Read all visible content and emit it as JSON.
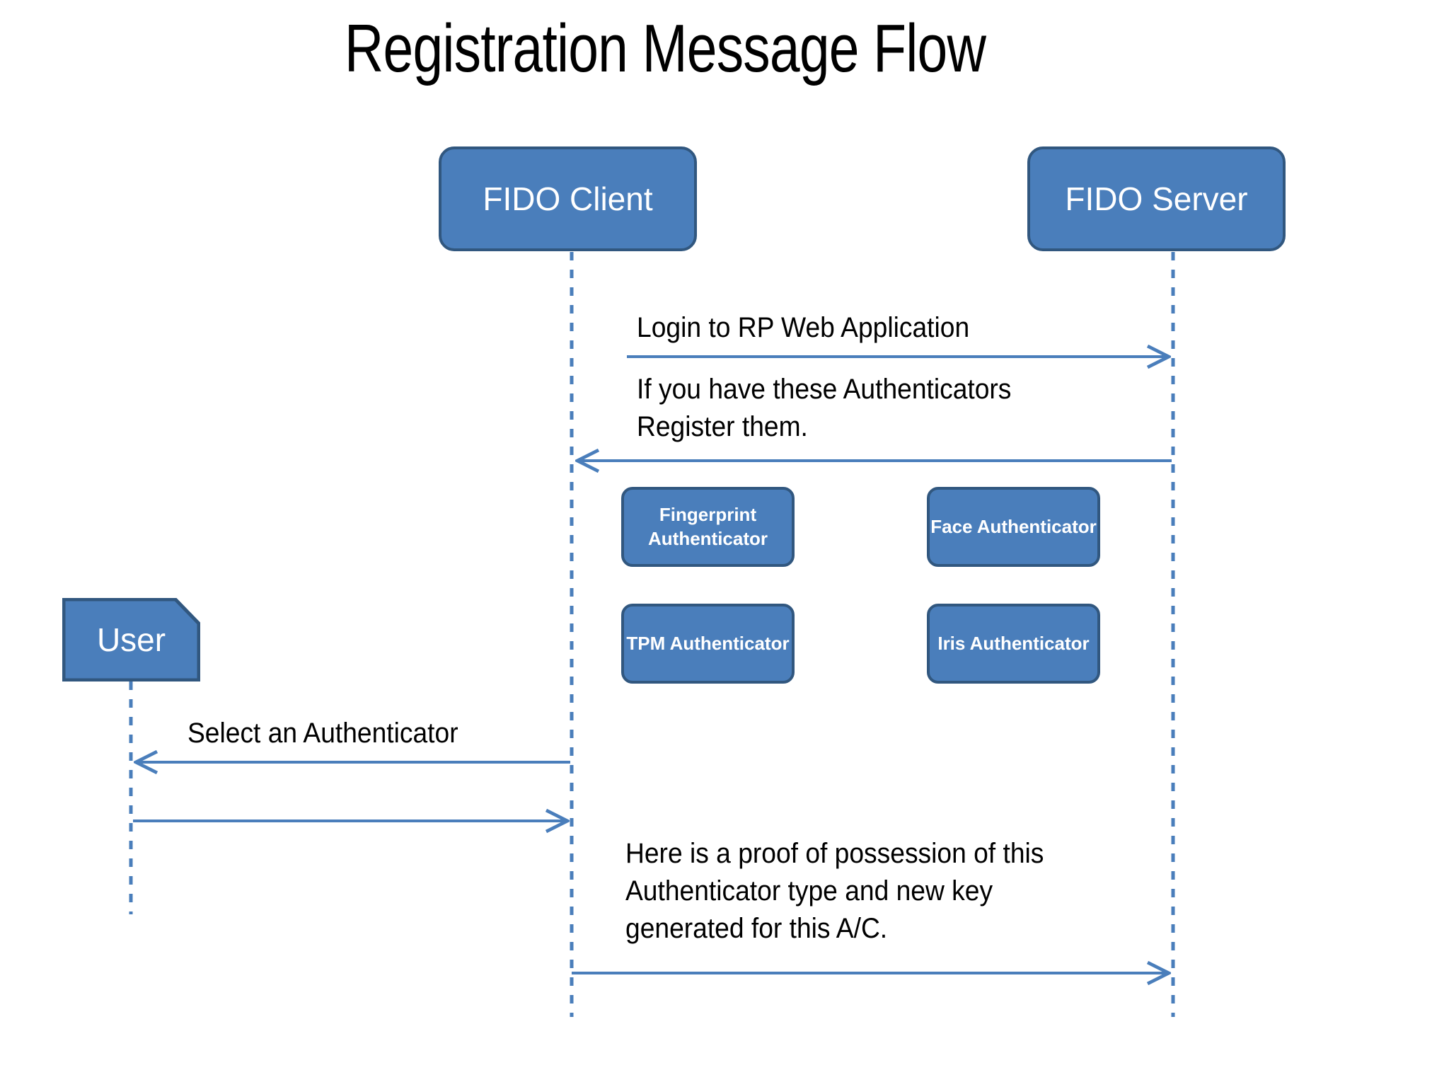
{
  "title": "Registration Message Flow",
  "colors": {
    "node_fill": "#4a7ebb",
    "node_border": "#31577f",
    "lifeline": "#4a7ebb",
    "arrow": "#4a7ebb",
    "text": "#000000",
    "node_text": "#ffffff",
    "background": "#ffffff"
  },
  "participants": [
    {
      "id": "fido-client",
      "label": "FIDO\nClient"
    },
    {
      "id": "fido-server",
      "label": "FIDO\nServer"
    },
    {
      "id": "user",
      "label": "User"
    }
  ],
  "authenticators": [
    {
      "id": "fingerprint",
      "label": "Fingerprint\nAuthenticator"
    },
    {
      "id": "face",
      "label": "Face\nAuthenticator"
    },
    {
      "id": "tpm",
      "label": "TPM\nAuthenticator"
    },
    {
      "id": "iris",
      "label": "Iris\nAuthenticator"
    }
  ],
  "messages": [
    {
      "id": "login",
      "label": "Login to RP Web Application",
      "from": "fido-client",
      "to": "fido-server",
      "direction": "right"
    },
    {
      "id": "offer",
      "label": "If you have these Authenticators\nRegister them.",
      "from": "fido-server",
      "to": "fido-client",
      "direction": "left"
    },
    {
      "id": "select",
      "label": "Select an Authenticator",
      "from": "fido-client",
      "to": "user",
      "direction": "left"
    },
    {
      "id": "chosen",
      "label": "",
      "from": "user",
      "to": "fido-client",
      "direction": "right"
    },
    {
      "id": "proof",
      "label": "Here is a proof of possession of this\nAuthenticator type and new key\ngenerated for this A/C.",
      "from": "fido-client",
      "to": "fido-server",
      "direction": "right"
    }
  ]
}
